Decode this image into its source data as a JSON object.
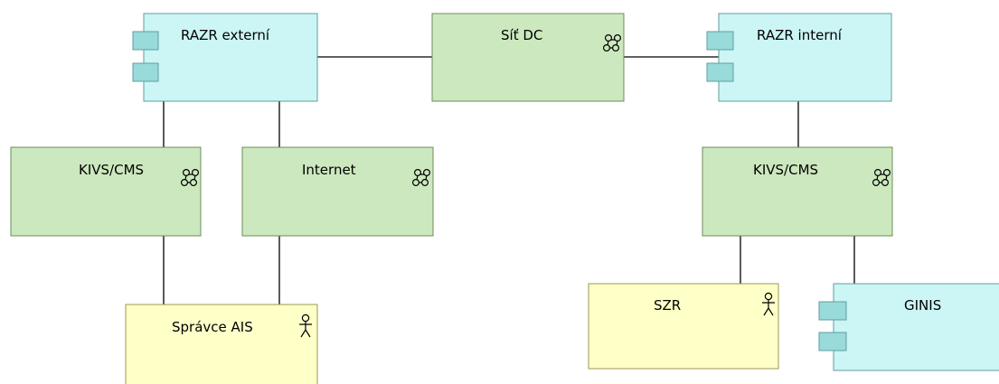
{
  "colors": {
    "component_fill": "#ccf5f5",
    "component_stroke": "#5f9ea0",
    "component_port_fill": "#99dada",
    "network_fill": "#cce8be",
    "network_stroke": "#6e8c5a",
    "actor_fill": "#ffffc8",
    "actor_stroke": "#9a9a50",
    "connector": "#000000"
  },
  "nodes": {
    "razr_externi": {
      "label": "RAZR externí",
      "kind": "application-component",
      "icon": "component-icon"
    },
    "sit_dc": {
      "label": "Síť DC",
      "kind": "communication-network",
      "icon": "network-icon"
    },
    "razr_interni": {
      "label": "RAZR interní",
      "kind": "application-component",
      "icon": "component-icon"
    },
    "kivs_cms_left": {
      "label": "KIVS/CMS",
      "kind": "communication-network",
      "icon": "network-icon"
    },
    "internet": {
      "label": "Internet",
      "kind": "communication-network",
      "icon": "network-icon"
    },
    "kivs_cms_right": {
      "label": "KIVS/CMS",
      "kind": "communication-network",
      "icon": "network-icon"
    },
    "spravce_ais": {
      "label": "Správce AIS",
      "kind": "business-actor",
      "icon": "actor-icon"
    },
    "szr": {
      "label": "SZR",
      "kind": "business-actor",
      "icon": "actor-icon"
    },
    "ginis": {
      "label": "GINIS",
      "kind": "application-component",
      "icon": "component-icon"
    }
  },
  "connections": [
    [
      "razr_externi",
      "sit_dc"
    ],
    [
      "sit_dc",
      "razr_interni"
    ],
    [
      "razr_externi",
      "kivs_cms_left"
    ],
    [
      "razr_externi",
      "internet"
    ],
    [
      "razr_interni",
      "kivs_cms_right"
    ],
    [
      "kivs_cms_left",
      "spravce_ais"
    ],
    [
      "internet",
      "spravce_ais"
    ],
    [
      "kivs_cms_right",
      "szr"
    ],
    [
      "kivs_cms_right",
      "ginis"
    ]
  ]
}
